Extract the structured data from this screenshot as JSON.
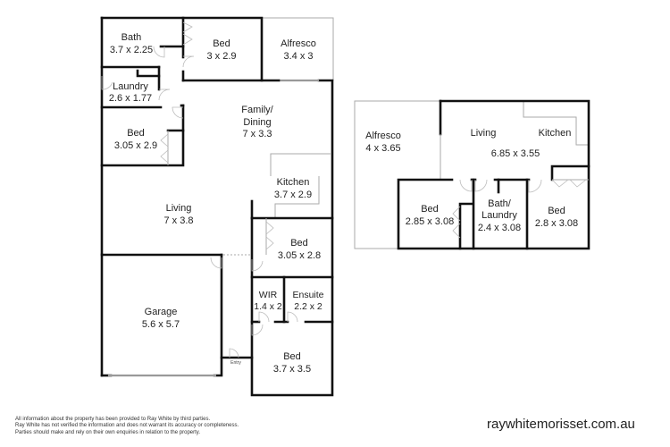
{
  "ground_floor": {
    "rooms": [
      {
        "name": "Bath",
        "size": "3.7 x 2.25"
      },
      {
        "name": "Bed",
        "size": "3 x 2.9"
      },
      {
        "name": "Alfresco",
        "size": "3.4 x 3"
      },
      {
        "name": "Laundry",
        "size": "2.6 x 1.77"
      },
      {
        "name": "Bed",
        "size": "3.05 x 2.9"
      },
      {
        "name": "Family/",
        "name2": "Dining",
        "size": "7 x 3.3"
      },
      {
        "name": "Kitchen",
        "size": "3.7 x 2.9"
      },
      {
        "name": "Living",
        "size": "7 x 3.8"
      },
      {
        "name": "Bed",
        "size": "3.05 x 2.8"
      },
      {
        "name": "Garage",
        "size": "5.6 x 5.7"
      },
      {
        "name": "WIR",
        "size": "1.4 x 2"
      },
      {
        "name": "Ensuite",
        "size": "2.2 x 2"
      },
      {
        "name": "Bed",
        "size": "3.7 x 3.5"
      }
    ],
    "entry_label": "Entry"
  },
  "granny_flat": {
    "rooms": [
      {
        "name": "Alfresco",
        "size": "4 x 3.65"
      },
      {
        "name": "Living",
        "name2": "Kitchen",
        "size": "6.85 x 3.55"
      },
      {
        "name": "Bed",
        "size": "2.85 x 3.08"
      },
      {
        "name": "Bath/",
        "name2": "Laundry",
        "size": "2.4 x 3.08"
      },
      {
        "name": "Bed",
        "size": "2.8 x 3.08"
      }
    ]
  },
  "footer": {
    "disclaimer": [
      "All information about the property has been provided to Ray White by third parties.",
      "Ray White has not verified the information and does not warrant its accuracy or completeness.",
      "Parties should make and rely on their own enquiries in relation to the property."
    ],
    "website": "raywhitemorisset.com.au"
  }
}
